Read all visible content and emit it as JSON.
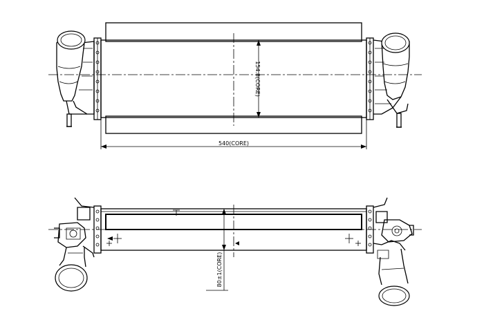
{
  "dimensions": {
    "core_width": "540(CORE)",
    "core_height": "154.8(CORE)",
    "core_depth": "80±1(CORE)"
  },
  "colors": {
    "stroke": "#000000",
    "background": "#ffffff"
  }
}
